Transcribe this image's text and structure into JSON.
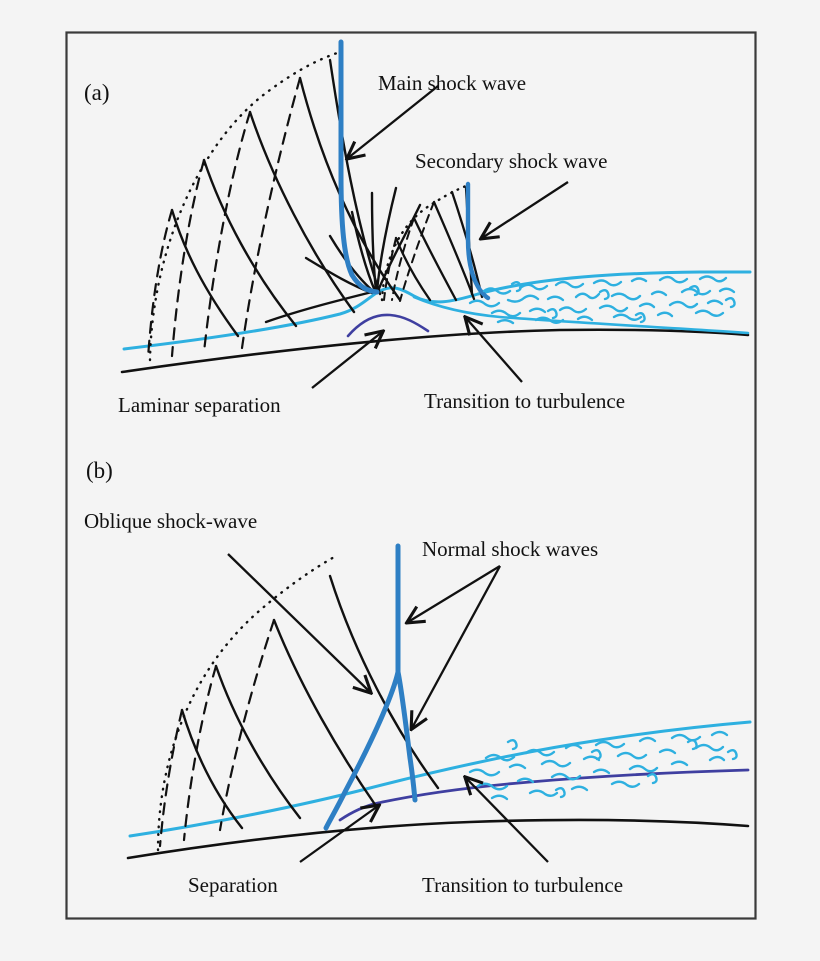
{
  "figure": {
    "title": "Shock wave / boundary-layer interaction schematic",
    "background_color": "#f4f4f4",
    "frame_color": "#3a3a3a"
  },
  "colors": {
    "shock_blue": "#2e7fc4",
    "boundary_layer_cyan": "#2eb0e0",
    "separation_purple": "#3f3fa0",
    "wall_black": "#111111",
    "wave_black": "#111111"
  },
  "panels": [
    {
      "id": "a",
      "label": "(a)",
      "annotations": [
        {
          "name": "main-shock-wave",
          "text": "Main shock wave"
        },
        {
          "name": "secondary-shock-wave",
          "text": "Secondary shock wave"
        },
        {
          "name": "laminar-separation",
          "text": "Laminar separation"
        },
        {
          "name": "transition-to-turbulence",
          "text": "Transition to turbulence"
        }
      ]
    },
    {
      "id": "b",
      "label": "(b)",
      "annotations": [
        {
          "name": "oblique-shock-wave",
          "text": "Oblique shock-wave"
        },
        {
          "name": "normal-shock-waves",
          "text": "Normal shock waves"
        },
        {
          "name": "separation",
          "text": "Separation"
        },
        {
          "name": "transition-to-turbulence",
          "text": "Transition to turbulence"
        }
      ]
    }
  ],
  "labels": {
    "panel_a": "(a)",
    "panel_b": "(b)",
    "main_shock_wave": "Main shock wave",
    "secondary_shock_wave": "Secondary shock wave",
    "laminar_separation": "Laminar separation",
    "transition_to_turbulence_a": "Transition to turbulence",
    "oblique_shock_wave": "Oblique shock-wave",
    "normal_shock_waves": "Normal shock waves",
    "separation": "Separation",
    "transition_to_turbulence_b": "Transition to turbulence"
  }
}
